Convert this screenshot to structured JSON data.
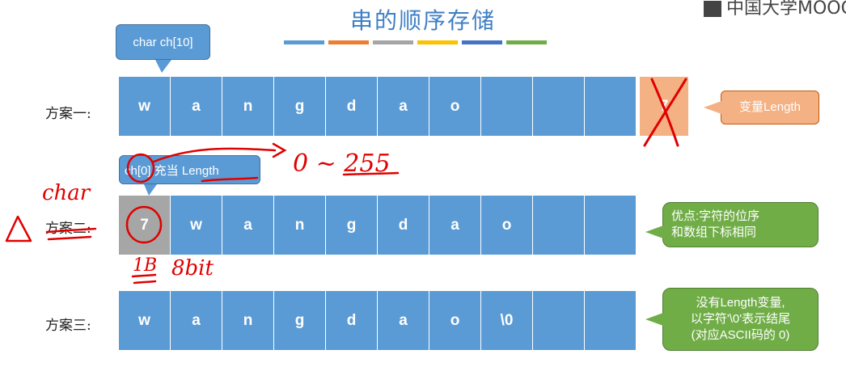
{
  "header": {
    "title": "串的顺序存储",
    "logo": "中国大学MOOC",
    "bar_colors": [
      "#5b9bd5",
      "#ed7d31",
      "#a5a5a5",
      "#ffc000",
      "#4472c4",
      "#70ad47"
    ]
  },
  "colors": {
    "cell_blue": "#5b9bd5",
    "length_orange": "#f4b183",
    "length_gray": "#a6a6a6",
    "note_green": "#70ad47",
    "callout_blue": "#5b9bd5",
    "annotation_red": "#e00000"
  },
  "top_callout": {
    "text": "char ch[10]"
  },
  "scheme1": {
    "label": "方案一:",
    "cells": [
      "w",
      "a",
      "n",
      "g",
      "d",
      "a",
      "o",
      "",
      "",
      ""
    ],
    "length_cell": "7",
    "note": "变量Length"
  },
  "scheme2": {
    "callout": "ch[0] 充当 Length",
    "label": "方案二:",
    "cells": [
      "7",
      "w",
      "a",
      "n",
      "g",
      "d",
      "a",
      "o",
      "",
      ""
    ],
    "note_line1": "优点:字符的位序",
    "note_line2": "和数组下标相同"
  },
  "scheme3": {
    "label": "方案三:",
    "cells": [
      "w",
      "a",
      "n",
      "g",
      "d",
      "a",
      "o",
      "\\0",
      "",
      ""
    ],
    "note_line1": "没有Length变量,",
    "note_line2": "以字符'\\0'表示结尾",
    "note_line3": "(对应ASCII码的 0)"
  },
  "annotations": {
    "range": "0 ~ 255",
    "char_word": "char",
    "byte_text": "1B",
    "bits_text": "8bit"
  }
}
